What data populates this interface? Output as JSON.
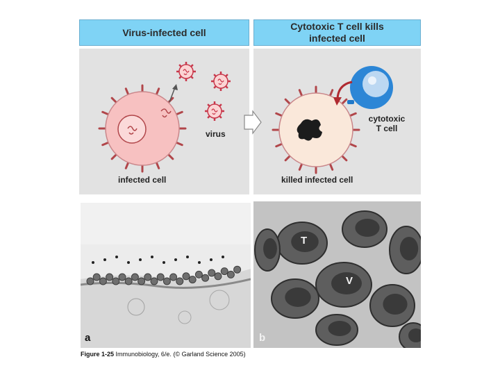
{
  "panels": {
    "left_title": "Virus-infected cell",
    "right_title_line1": "Cytotoxic T cell kills",
    "right_title_line2": "infected cell"
  },
  "labels": {
    "virus": "virus",
    "infected_cell": "infected cell",
    "cytotoxic_line1": "cytotoxic",
    "cytotoxic_line2": "T cell",
    "killed_infected_cell": "killed infected cell"
  },
  "micrographs": {
    "a_label": "a",
    "b_label": "b",
    "t_label": "T",
    "v_label": "V"
  },
  "caption": {
    "figure": "Figure 1-25",
    "book": "Immunobiology, 6/e.",
    "credit": "(© Garland Science 2005)"
  },
  "colors": {
    "header_blue": "#7fd3f5",
    "panel_gray": "#e2e2e2",
    "infected_cell": "#f7c1c1",
    "spike_red": "#b1464a",
    "virus_red": "#c8374a",
    "killed_cell": "#fae8da",
    "t_cell_blue": "#1f78c8"
  }
}
